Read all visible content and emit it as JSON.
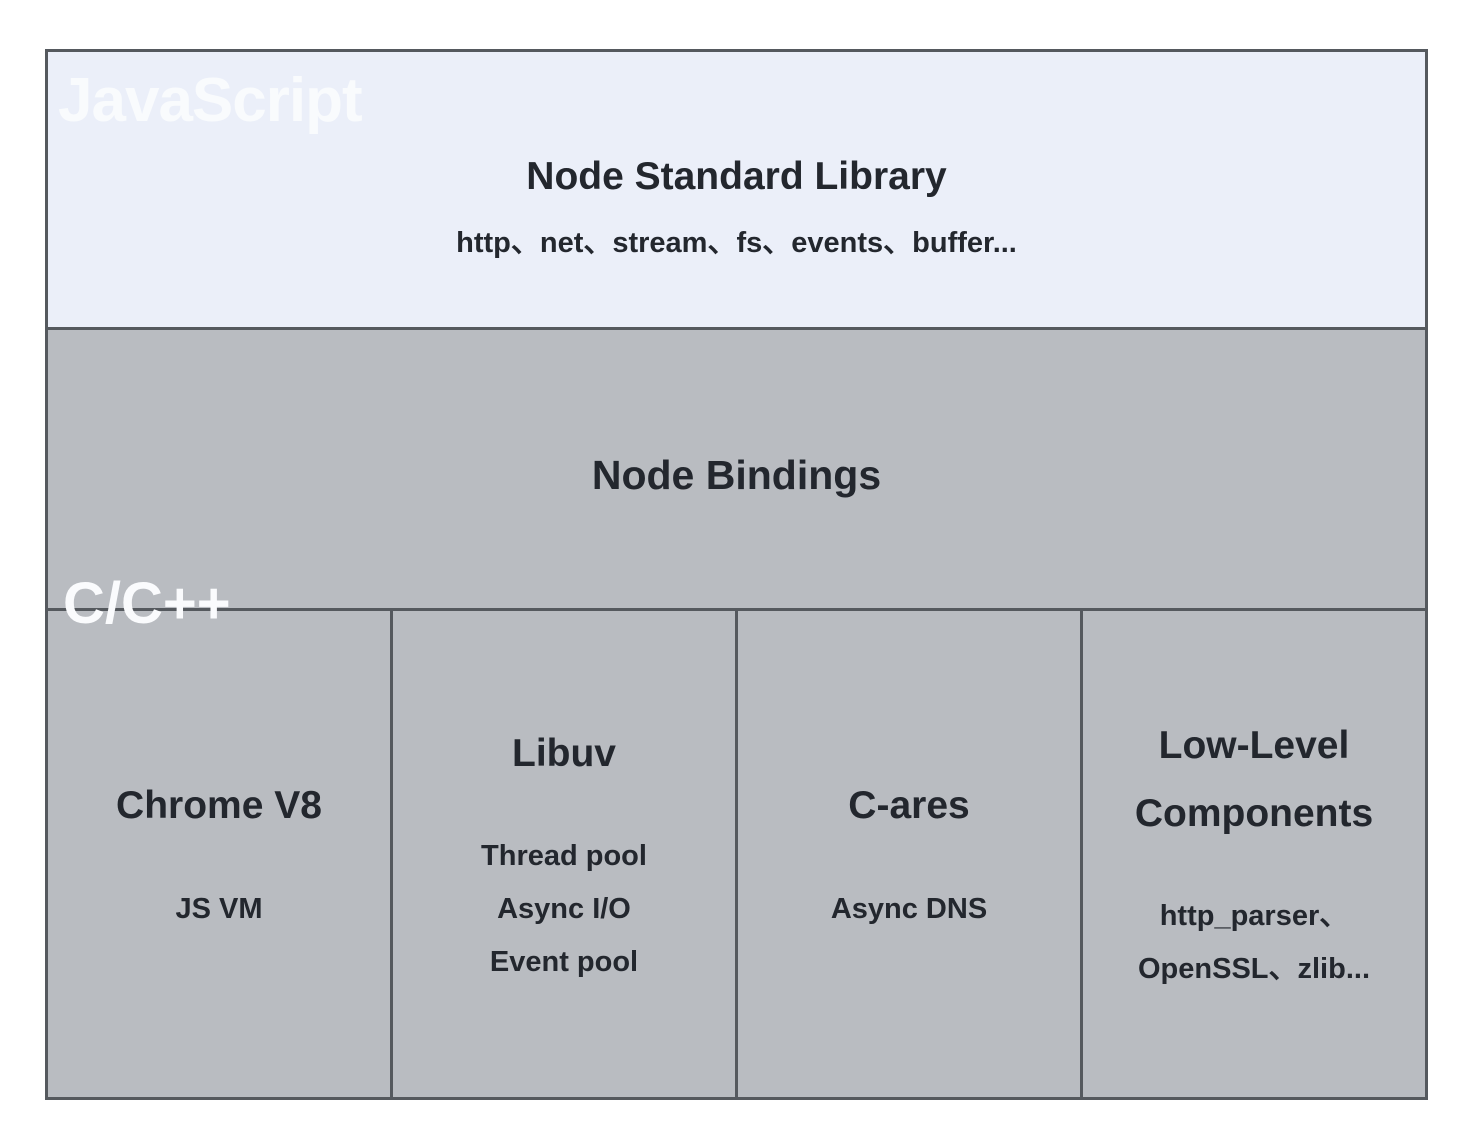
{
  "colors": {
    "js_layer_bg": "#ebeff9",
    "cpp_layer_bg": "#b9bcc1",
    "border": "#55595e",
    "dark_text": "#23272e",
    "light_text": "#fafbfd"
  },
  "language_labels": {
    "javascript": "JavaScript",
    "cpp": "C/C++"
  },
  "standard_library": {
    "title": "Node Standard Library",
    "subtitle": "http、net、stream、fs、events、buffer..."
  },
  "bindings": {
    "title": "Node Bindings"
  },
  "components": [
    {
      "title": "Chrome V8",
      "items": [
        "JS VM"
      ]
    },
    {
      "title": "Libuv",
      "items": [
        "Thread pool",
        "Async I/O",
        "Event pool"
      ]
    },
    {
      "title": "C-ares",
      "items": [
        "Async DNS"
      ]
    },
    {
      "title": "Low-Level Components",
      "items": [
        "http_parser、",
        "OpenSSL、zlib..."
      ]
    }
  ]
}
